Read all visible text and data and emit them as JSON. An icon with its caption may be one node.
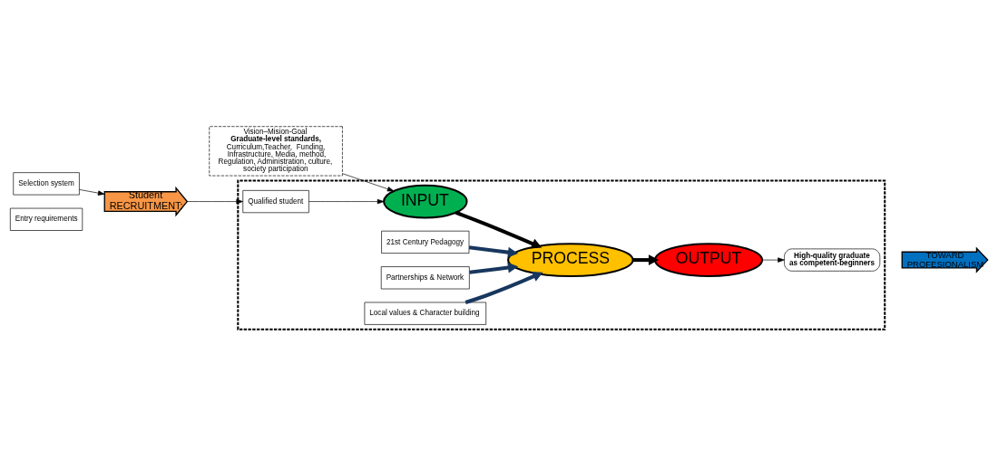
{
  "diagram": {
    "nodes": [
      {
        "text": [],
        "shape": "box"
      },
      {
        "text": [
          "Student RECRUITMENT:"
        ]
      },
      {
        "text": [
          "Selection system"
        ]
      },
      {
        "text": [
          "Entry requirements"
        ]
      },
      {
        "text": [
          "Qualified student"
        ],
        "in": 0
      },
      {
        "text": [
          "INPUT"
        ],
        "in": 0
      },
      {
        "text": [
          "Vision–Mision-Goal",
          "Graduate-level standards,",
          "Curriculum,Teacher,  Funding, Infrastructure, Media, method, Regulation, Administration, culture, society participation"
        ]
      },
      {
        "text": [
          "21st Century Pedagogy"
        ],
        "in": 0
      },
      {
        "text": [
          "Partnerships & Network"
        ],
        "in": 0
      },
      {
        "text": [
          "PROCESS"
        ],
        "in": 0
      },
      {
        "text": [
          "Local values & Character building"
        ],
        "in": 0
      },
      {
        "text": [
          "OUTPUT"
        ],
        "in": 0
      },
      {
        "text": [
          "High-quality graduate as competent-beginners"
        ],
        "in": 0
      },
      {
        "text": [
          "TOWARD PROFESIONALISM"
        ]
      }
    ],
    "edges": [
      {
        "from": 2,
        "to": 1,
        "arrow": "to"
      },
      {
        "from": 1,
        "to": 4,
        "arrow": "to"
      },
      {
        "from": 4,
        "to": 5,
        "arrow": "to"
      },
      {
        "from": 6,
        "to": 5,
        "arrow": "to"
      },
      {
        "from": 5,
        "to": 9,
        "arrow": "to",
        "style": "thick"
      },
      {
        "from": 7,
        "to": 9,
        "arrow": "to",
        "style": "thick",
        "color": "#17375e"
      },
      {
        "from": 8,
        "to": 9,
        "arrow": "to",
        "style": "thick",
        "color": "#17375e"
      },
      {
        "from": 10,
        "to": 9,
        "arrow": "to",
        "style": "thick",
        "color": "#17375e"
      },
      {
        "from": 9,
        "to": 11,
        "arrow": "to",
        "style": "thick"
      },
      {
        "from": 11,
        "to": 12,
        "arrow": "to"
      }
    ]
  }
}
